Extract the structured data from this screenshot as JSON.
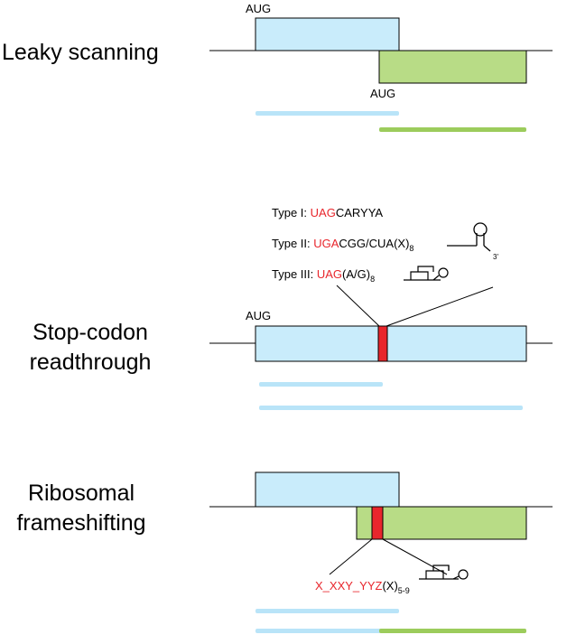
{
  "panels": {
    "leaky": {
      "label": "Leaky scanning",
      "aug_top": "AUG",
      "aug_bottom": "AUG"
    },
    "readthrough": {
      "label_line1": "Stop-codon",
      "label_line2": "readthrough",
      "aug": "AUG",
      "type1": {
        "prefix": "Type I: ",
        "codon": "UAG",
        "rest": "CARYYA"
      },
      "type2": {
        "prefix": "Type II: ",
        "codon": "UGA",
        "rest": "CGG/CUA(X)",
        "sub": "8",
        "end_label": "3'"
      },
      "type3": {
        "prefix": "Type III: ",
        "codon": "UAG",
        "rest": "(A/G)",
        "sub": "8"
      }
    },
    "frameshift": {
      "label_line1": "Ribosomal",
      "label_line2": "frameshifting",
      "motif": "X_XXY_YYZ",
      "rest": "(X)",
      "sub": "5-9"
    }
  },
  "colors": {
    "blue": "#c9ecfb",
    "blue_bar": "#b9e4f8",
    "green": "#b8dc86",
    "green_bar": "#9ccc5c",
    "red": "#e8262c"
  }
}
